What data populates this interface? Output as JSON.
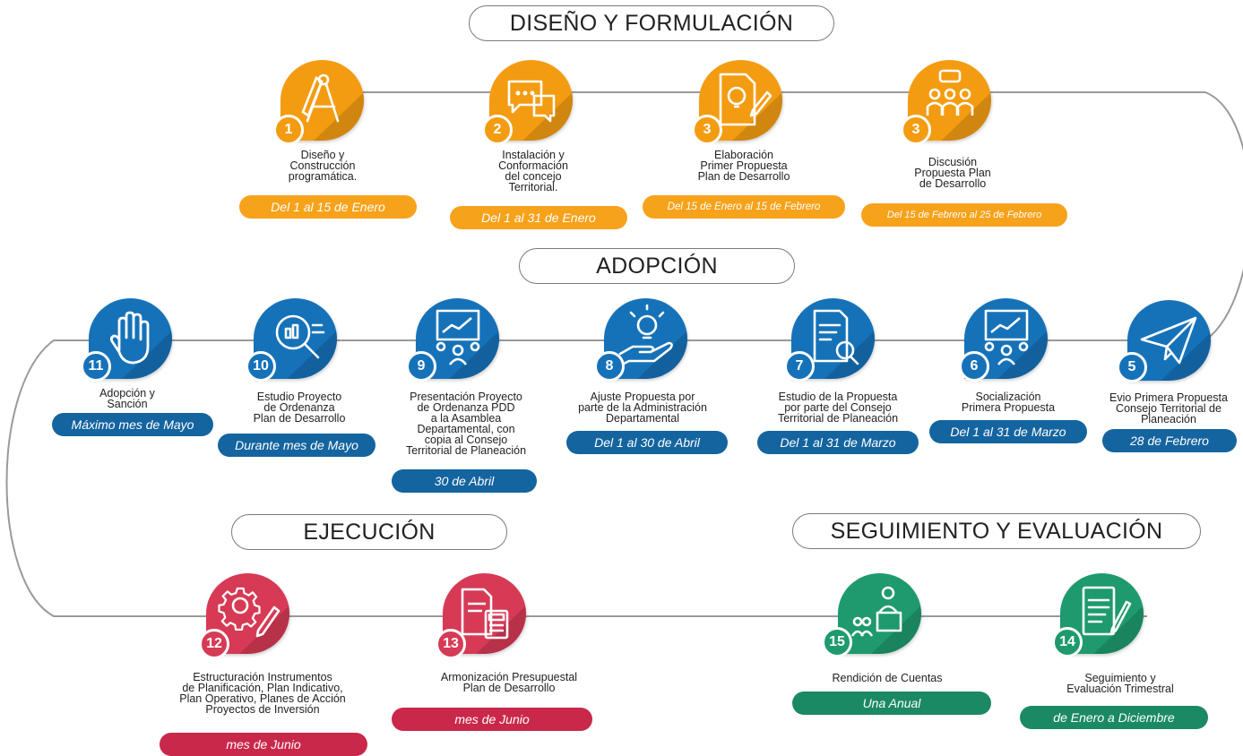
{
  "colors": {
    "orange": "#f39c12",
    "blue": "#1672b8",
    "red": "#d63a55",
    "green": "#1e9a6e",
    "path": "#9a9a9a"
  },
  "phases": {
    "diseno": "DISEÑO Y FORMULACIÓN",
    "adopcion": "ADOPCIÓN",
    "ejecucion": "EJECUCIÓN",
    "seguimiento": "SEGUIMIENTO Y EVALUACIÓN"
  },
  "steps": [
    {
      "number": "1",
      "icon": "compass-ruler-icon",
      "label": "Diseño y\nConstrucción\nprogramática.",
      "date": "Del 1 al 15 de Enero",
      "color": "orange"
    },
    {
      "number": "2",
      "icon": "chat-bubbles-icon",
      "label": "Instalación y\nConformación\ndel concejo\nTerritorial.",
      "date": "Del 1 al 31 de Enero",
      "color": "orange"
    },
    {
      "number": "3",
      "icon": "document-pencil-icon",
      "label": "Elaboración\nPrimer Propuesta\nPlan de Desarrollo",
      "date": "Del 15 de Enero al 15 de Febrero",
      "color": "orange"
    },
    {
      "number": "3",
      "icon": "group-discussion-icon",
      "label": "Discusión\nPropuesta Plan\nde Desarrollo",
      "date": "Del 15 de Febrero al 25 de Febrero",
      "color": "orange"
    },
    {
      "number": "5",
      "icon": "paper-plane-icon",
      "label": "Evio Primera Propuesta\nConsejo Territorial de\nPlaneación",
      "date": "28 de Febrero",
      "color": "blue"
    },
    {
      "number": "6",
      "icon": "presentation-board-icon",
      "label": "Socialización\nPrimera Propuesta",
      "date": "Del 1 al 31 de Marzo",
      "color": "blue"
    },
    {
      "number": "7",
      "icon": "document-search-icon",
      "label": "Estudio de la Propuesta\npor parte del Consejo\nTerritorial de Planeación",
      "date": "Del 1 al 31 de Marzo",
      "color": "blue"
    },
    {
      "number": "8",
      "icon": "lightbulb-hand-icon",
      "label": "Ajuste Propuesta por\nparte de la Administración\nDepartamental",
      "date": "Del 1 al 30 de Abril",
      "color": "blue"
    },
    {
      "number": "9",
      "icon": "presentation-board-icon",
      "label": "Presentación Proyecto\nde Ordenanza PDD\na la Asamblea\nDepartamental, con\ncopia al Consejo\nTerritorial de Planeación",
      "date": "30 de Abril",
      "color": "blue"
    },
    {
      "number": "10",
      "icon": "magnifier-chart-icon",
      "label": "Estudio Proyecto\nde Ordenanza\nPlan de Desarrollo",
      "date": "Durante mes de Mayo",
      "color": "blue"
    },
    {
      "number": "11",
      "icon": "hand-icon",
      "label": "Adopción y\nSanción",
      "date": "Máximo mes de Mayo",
      "color": "blue"
    },
    {
      "number": "12",
      "icon": "gear-pencil-icon",
      "label": "Estructuración Instrumentos\nde Planificación, Plan Indicativo,\nPlan Operativo, Planes de Acción\nProyectos de Inversión",
      "date": "mes de Junio",
      "color": "red"
    },
    {
      "number": "13",
      "icon": "documents-calculator-icon",
      "label": "Armonización Presupuestal\nPlan de Desarrollo",
      "date": "mes de Junio",
      "color": "red"
    },
    {
      "number": "15",
      "icon": "speaker-audience-icon",
      "label": "Rendición de Cuentas",
      "date": "Una Anual",
      "color": "green"
    },
    {
      "number": "14",
      "icon": "checklist-pen-icon",
      "label": "Seguimiento y\nEvaluación Trimestral",
      "date": "de Enero a Diciembre",
      "color": "green"
    }
  ]
}
